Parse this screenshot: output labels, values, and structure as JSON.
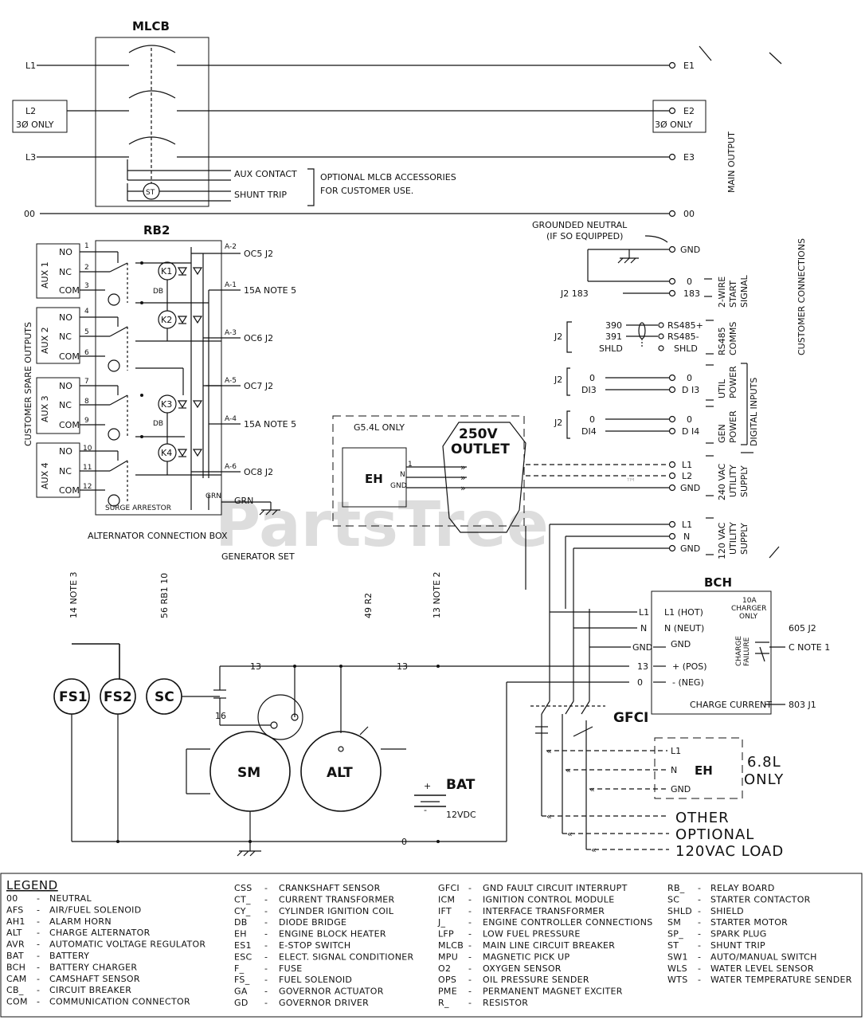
{
  "mlcb": {
    "title": "MLCB",
    "lines_in": [
      "L1",
      "L2",
      "L3",
      "00"
    ],
    "l2_note": "3Ø ONLY",
    "lines_out": [
      "E1",
      "E2",
      "E3",
      "00"
    ],
    "e2_note": "3Ø ONLY",
    "aux_contact": "AUX CONTACT",
    "shunt_trip": "SHUNT TRIP",
    "shunt_symbol": "ST",
    "accessories_note_1": "OPTIONAL MLCB ACCESSORIES",
    "accessories_note_2": "FOR CUSTOMER USE.",
    "main_output": "MAIN OUTPUT"
  },
  "rb2": {
    "title": "RB2",
    "customer_spare_outputs": "CUSTOMER SPARE OUTPUTS",
    "aux_groups": [
      {
        "label": "AUX 1",
        "pins": [
          "NO",
          "NC",
          "COM"
        ],
        "nums": [
          "1",
          "2",
          "3"
        ],
        "relay": "K1"
      },
      {
        "label": "AUX 2",
        "pins": [
          "NO",
          "NC",
          "COM"
        ],
        "nums": [
          "4",
          "5",
          "6"
        ],
        "relay": "K2"
      },
      {
        "label": "AUX 3",
        "pins": [
          "NO",
          "NC",
          "COM"
        ],
        "nums": [
          "7",
          "8",
          "9"
        ],
        "relay": "K3"
      },
      {
        "label": "AUX 4",
        "pins": [
          "NO",
          "NC",
          "COM"
        ],
        "nums": [
          "10",
          "11",
          "12"
        ],
        "relay": "K4"
      }
    ],
    "outputs": [
      {
        "pin": "A-2",
        "label": "OC5 J2"
      },
      {
        "pin": "A-1",
        "label": "15A NOTE 5"
      },
      {
        "pin": "A-3",
        "label": "OC6 J2"
      },
      {
        "pin": "A-5",
        "label": "OC7 J2"
      },
      {
        "pin": "A-4",
        "label": "15A NOTE 5"
      },
      {
        "pin": "A-6",
        "label": "OC8 J2"
      }
    ],
    "db_labels": [
      "DB",
      "DB"
    ],
    "surge": "SURGE ARRESTOR",
    "grn": "GRN",
    "grn_out": "GRN"
  },
  "alt_box": "ALTERNATOR CONNECTION BOX",
  "gen_set": "GENERATOR SET",
  "customer_connections": {
    "title": "CUSTOMER CONNECTIONS",
    "grounded_neutral_1": "GROUNDED NEUTRAL",
    "grounded_neutral_2": "(IF SO EQUIPPED)",
    "gnd": "GND",
    "two_wire": [
      "2-WIRE",
      "START",
      "SIGNAL"
    ],
    "j2_183": "J2 183",
    "start_terms": [
      "0",
      "183"
    ],
    "rs485_left": [
      "390",
      "391",
      "SHLD"
    ],
    "rs485_j2": "J2",
    "rs485_right": [
      "RS485+",
      "RS485-",
      "SHLD"
    ],
    "rs485_group": [
      "RS485",
      "COMMS"
    ],
    "di3_left": [
      "0",
      "DI3"
    ],
    "di3_right": [
      "0",
      "D I3"
    ],
    "di3_group": [
      "UTIL",
      "POWER"
    ],
    "di4_left": [
      "0",
      "DI4"
    ],
    "di4_right": [
      "0",
      "D I4"
    ],
    "di4_group": [
      "GEN",
      "POWER"
    ],
    "digital_inputs": "DIGITAL INPUTS",
    "supply240_terms": [
      "L1",
      "L2",
      "GND"
    ],
    "supply240_group": [
      "240 VAC",
      "UTILITY",
      "SUPPLY"
    ],
    "supply120_terms": [
      "L1",
      "N",
      "GND"
    ],
    "supply120_group": [
      "120 VAC",
      "UTILITY",
      "SUPPLY"
    ]
  },
  "g54l": {
    "title": "G5.4L ONLY",
    "eh": "EH",
    "pins": [
      "1",
      "N",
      "GND"
    ],
    "outlet_1": "250V",
    "outlet_2": "OUTLET"
  },
  "watermark": "PartsTree",
  "tm": "™",
  "notes": [
    "14 NOTE 3",
    "56 RB1 10",
    "49 R2",
    "13 NOTE 2"
  ],
  "engine": {
    "fs1": "FS1",
    "fs2": "FS2",
    "sc": "SC",
    "sm": "SM",
    "alt": "ALT",
    "bat": "BAT",
    "bat_volt": "12VDC",
    "bat_plus": "+",
    "bat_minus": "-",
    "wire13": "13",
    "wire16": "16",
    "wire0": "0"
  },
  "bch": {
    "title": "BCH",
    "left_labels": [
      "L1",
      "N"
    ],
    "terminals": [
      "L1 (HOT)",
      "N (NEUT)",
      "GND",
      "+ (POS)",
      "- (NEG)"
    ],
    "wires": [
      "GND",
      "13",
      "0"
    ],
    "fuse_1": "10A",
    "fuse_2": "CHARGER",
    "fuse_3": "ONLY",
    "charge_fail_1": "CHARGE",
    "charge_fail_2": "FAILURE",
    "j2_605": "605 J2",
    "note1": "C NOTE 1",
    "charge_current": "CHARGE CURRENT",
    "j1_803": "803 J1"
  },
  "gfci": {
    "title": "GFCI",
    "terms": [
      "L1",
      "N",
      "GND"
    ],
    "eh": "EH",
    "only_1": "6.8L",
    "only_2": "ONLY",
    "load_1": "OTHER",
    "load_2": "OPTIONAL",
    "load_3": "120VAC LOAD"
  },
  "legend": {
    "title": "LEGEND",
    "columns": [
      [
        [
          "00",
          "NEUTRAL"
        ],
        [
          "AFS",
          "AIR/FUEL SOLENOID"
        ],
        [
          "AH1",
          "ALARM HORN"
        ],
        [
          "ALT",
          "CHARGE ALTERNATOR"
        ],
        [
          "AVR",
          "AUTOMATIC VOLTAGE REGULATOR"
        ],
        [
          "BAT",
          "BATTERY"
        ],
        [
          "BCH",
          "BATTERY CHARGER"
        ],
        [
          "CAM",
          "CAMSHAFT SENSOR"
        ],
        [
          "CB_",
          "CIRCUIT BREAKER"
        ],
        [
          "COM",
          "COMMUNICATION CONNECTOR"
        ]
      ],
      [
        [
          "CSS",
          "CRANKSHAFT SENSOR"
        ],
        [
          "CT_",
          "CURRENT TRANSFORMER"
        ],
        [
          "CY_",
          "CYLINDER IGNITION COIL"
        ],
        [
          "DB",
          "DIODE BRIDGE"
        ],
        [
          "EH",
          "ENGINE BLOCK HEATER"
        ],
        [
          "ES1",
          "E-STOP SWITCH"
        ],
        [
          "ESC",
          "ELECT. SIGNAL CONDITIONER"
        ],
        [
          "F_",
          "FUSE"
        ],
        [
          "FS_",
          "FUEL SOLENOID"
        ],
        [
          "GA",
          "GOVERNOR ACTUATOR"
        ],
        [
          "GD",
          "GOVERNOR DRIVER"
        ]
      ],
      [
        [
          "GFCI",
          "GND FAULT CIRCUIT INTERRUPT"
        ],
        [
          "ICM",
          "IGNITION CONTROL MODULE"
        ],
        [
          "IFT",
          "INTERFACE TRANSFORMER"
        ],
        [
          "J_",
          "ENGINE CONTROLLER CONNECTIONS"
        ],
        [
          "LFP",
          "LOW FUEL PRESSURE"
        ],
        [
          "MLCB",
          "MAIN LINE CIRCUIT BREAKER"
        ],
        [
          "MPU",
          "MAGNETIC PICK UP"
        ],
        [
          "O2",
          "OXYGEN SENSOR"
        ],
        [
          "OPS",
          "OIL PRESSURE SENDER"
        ],
        [
          "PME",
          "PERMANENT MAGNET EXCITER"
        ],
        [
          "R_",
          "RESISTOR"
        ]
      ],
      [
        [
          "RB_",
          "RELAY BOARD"
        ],
        [
          "SC",
          "STARTER CONTACTOR"
        ],
        [
          "SHLD",
          "SHIELD"
        ],
        [
          "SM",
          "STARTER MOTOR"
        ],
        [
          "SP_",
          "SPARK PLUG"
        ],
        [
          "ST",
          "SHUNT TRIP"
        ],
        [
          "SW1",
          "AUTO/MANUAL SWITCH"
        ],
        [
          "WLS",
          "WATER LEVEL SENSOR"
        ],
        [
          "WTS",
          "WATER TEMPERATURE SENDER"
        ]
      ]
    ]
  }
}
